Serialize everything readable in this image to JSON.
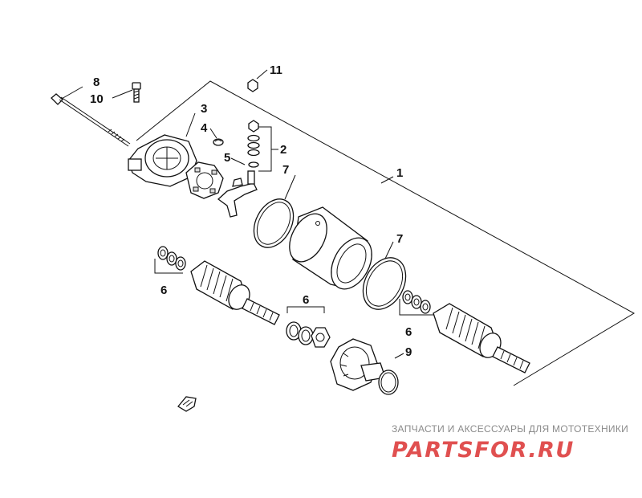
{
  "callouts": {
    "c1": "1",
    "c2": "2",
    "c3": "3",
    "c4": "4",
    "c5": "5",
    "c6a": "6",
    "c6b": "6",
    "c6c": "6",
    "c7a": "7",
    "c7b": "7",
    "c8": "8",
    "c9": "9",
    "c10": "10",
    "c11": "11"
  },
  "watermark": {
    "tagline": "ЗАПЧАСТИ И АКСЕССУАРЫ ДЛЯ МОТОТЕХНИКИ",
    "logo": "PARTSFOR.RU"
  }
}
